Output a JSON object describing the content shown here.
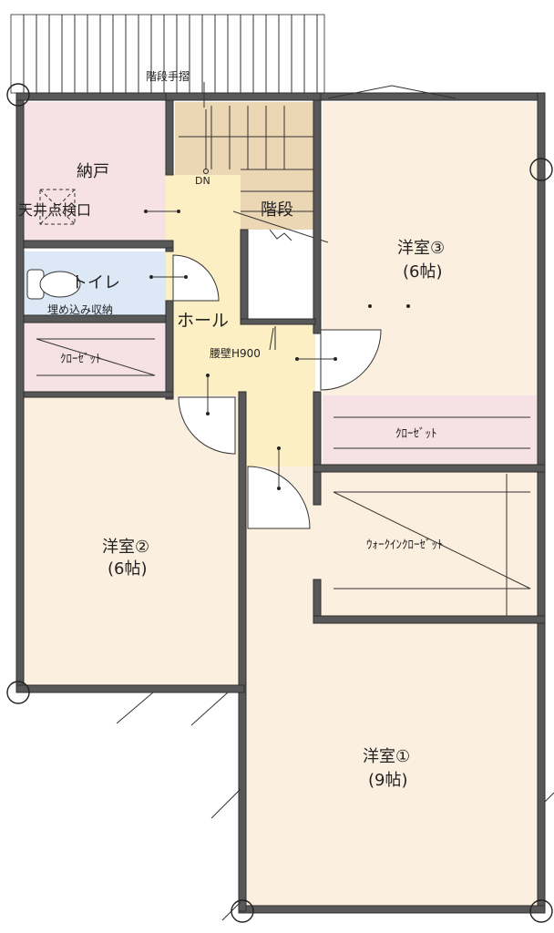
{
  "rooms": {
    "storage": "納戸",
    "ceiling_hatch": "天井点検口",
    "toilet": "トイレ",
    "builtin_storage": "埋め込み収納",
    "closet_left": "ｸﾛｰｾﾞｯﾄ",
    "closet_right": "ｸﾛｰｾﾞｯﾄ",
    "walkin_closet": "ｳｫｰｸｲﾝｸﾛｰｾﾞｯﾄ",
    "hall": "ホール",
    "stairs": "階段",
    "stair_dn": "DN",
    "handrail": "階段手摺",
    "low_wall": "腰壁H900",
    "room1": {
      "name": "洋室①",
      "size": "(9帖)"
    },
    "room2": {
      "name": "洋室②",
      "size": "(6帖)"
    },
    "room3": {
      "name": "洋室③",
      "size": "(6帖)"
    }
  },
  "colors": {
    "room_beige": "#fbefdf",
    "storage_pink": "#f6e1e4",
    "toilet_blue": "#dde8f7",
    "hall_yellow": "#fcefc3",
    "stair_tan": "#ecd7b5",
    "wall_gray": "#585858"
  }
}
